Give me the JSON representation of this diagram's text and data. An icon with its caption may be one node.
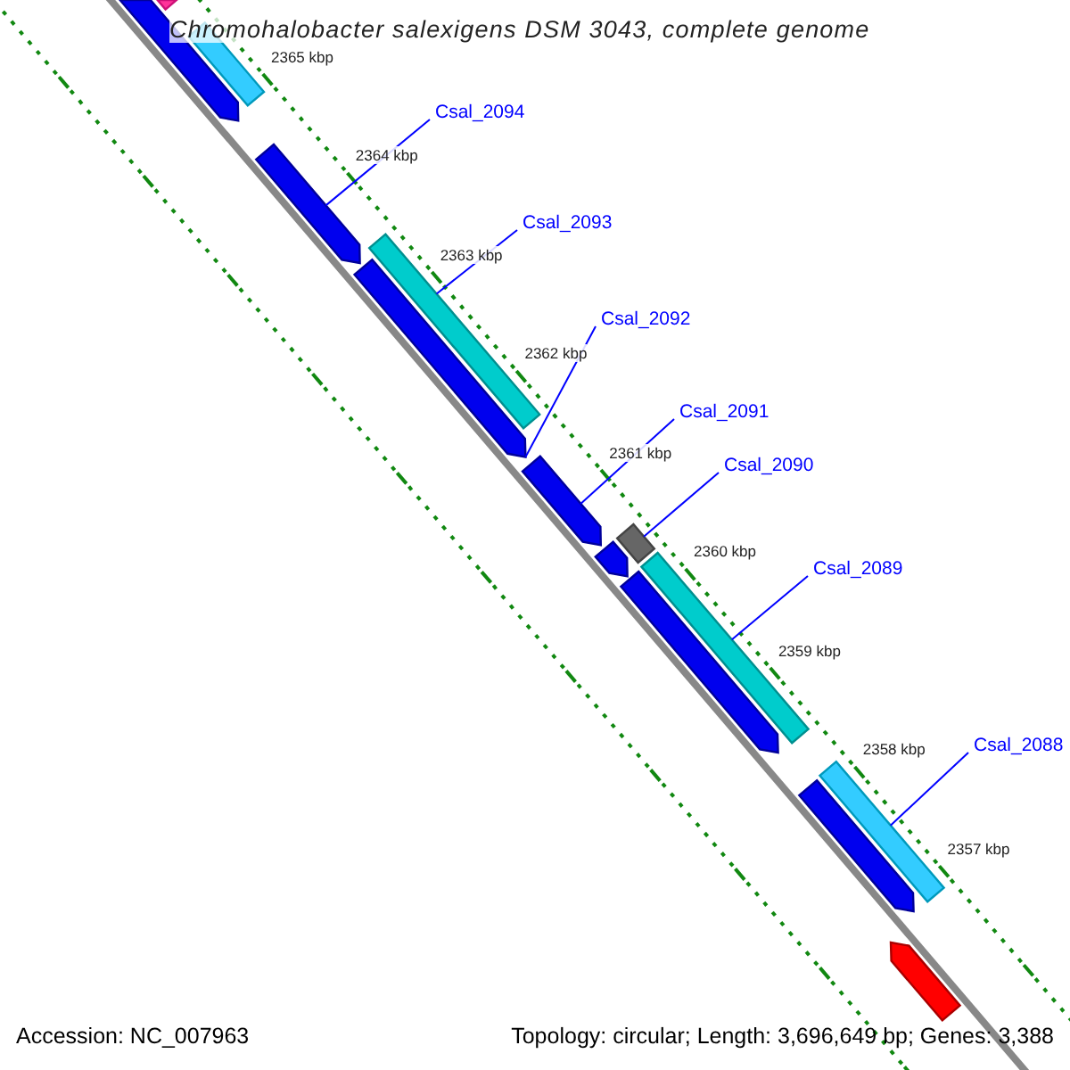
{
  "diagram": {
    "title": "Chromohalobacter salexigens DSM 3043, complete genome",
    "nodes": [
      {
        "text": [
          "Csal_2094"
        ]
      },
      {
        "text": [
          "Csal_2093"
        ]
      },
      {
        "text": [
          "Csal_2092"
        ]
      },
      {
        "text": [
          "Csal_2091"
        ]
      },
      {
        "text": [
          "Csal_2090"
        ]
      },
      {
        "text": [
          "Csal_2089"
        ]
      },
      {
        "text": [
          "Csal_2088"
        ]
      },
      {
        "text": [],
        "shape": "bar"
      },
      {
        "text": [],
        "shape": "arrow"
      },
      {
        "text": [],
        "shape": "bar"
      },
      {
        "text": [],
        "shape": "arrow"
      },
      {
        "text": [],
        "shape": "bar"
      },
      {
        "text": [],
        "shape": "arrow"
      },
      {
        "text": [],
        "shape": "arrow"
      },
      {
        "text": [],
        "shape": "arrow"
      },
      {
        "text": [],
        "shape": "box"
      },
      {
        "text": [],
        "shape": "bar"
      },
      {
        "text": [],
        "shape": "arrow"
      },
      {
        "text": [],
        "shape": "bar"
      },
      {
        "text": [],
        "shape": "arrow"
      },
      {
        "text": [],
        "shape": "arrow"
      }
    ],
    "edges": [
      {
        "from": 0,
        "to": 10,
        "arrow": "none"
      },
      {
        "from": 1,
        "to": 11,
        "arrow": "none"
      },
      {
        "from": 2,
        "to": 12,
        "arrow": "none"
      },
      {
        "from": 3,
        "to": 13,
        "arrow": "none"
      },
      {
        "from": 4,
        "to": 15,
        "arrow": "none"
      },
      {
        "from": 5,
        "to": 16,
        "arrow": "none"
      },
      {
        "from": 6,
        "to": 18,
        "arrow": "none"
      }
    ],
    "labels": [
      "2365 kbp",
      "2364 kbp",
      "2363 kbp",
      "2362 kbp",
      "2361 kbp",
      "2360 kbp",
      "2359 kbp",
      "2358 kbp",
      "2357 kbp",
      "Accession: NC_007963",
      "Topology: circular; Length: 3,696,649 bp; Genes: 3,388"
    ]
  }
}
